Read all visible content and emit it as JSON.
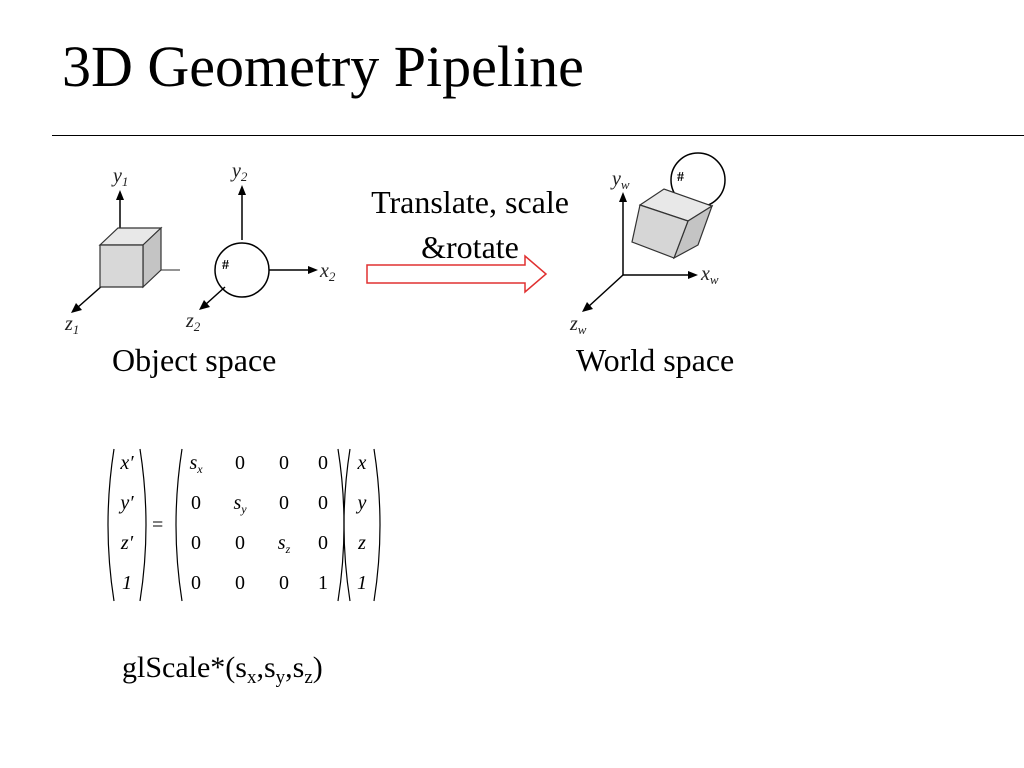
{
  "slide": {
    "title": "3D Geometry Pipeline"
  },
  "diagram": {
    "object_axes_1": {
      "y": "y",
      "y_sub": "1",
      "z": "z",
      "z_sub": "1"
    },
    "object_axes_2": {
      "y": "y",
      "y_sub": "2",
      "x": "x",
      "x_sub": "2",
      "z": "z",
      "z_sub": "2"
    },
    "world_axes": {
      "y": "y",
      "y_sub": "w",
      "x": "x",
      "x_sub": "w",
      "z": "z",
      "z_sub": "w"
    },
    "transform_label_line1": "Translate, scale",
    "transform_label_line2": "&rotate",
    "object_space_label": "Object space",
    "world_space_label": "World space",
    "arrow_stroke_color": "#e03030"
  },
  "matrix": {
    "lhs": [
      "x′",
      "y′",
      "z′",
      "1"
    ],
    "equals": "=",
    "scale_matrix": [
      [
        {
          "v": "s",
          "s": "x"
        },
        {
          "v": "0"
        },
        {
          "v": "0"
        },
        {
          "v": "0"
        }
      ],
      [
        {
          "v": "0"
        },
        {
          "v": "s",
          "s": "y"
        },
        {
          "v": "0"
        },
        {
          "v": "0"
        }
      ],
      [
        {
          "v": "0"
        },
        {
          "v": "0"
        },
        {
          "v": "s",
          "s": "z"
        },
        {
          "v": "0"
        }
      ],
      [
        {
          "v": "0"
        },
        {
          "v": "0"
        },
        {
          "v": "0"
        },
        {
          "v": "1"
        }
      ]
    ],
    "rhs": [
      "x",
      "y",
      "z",
      "1"
    ]
  },
  "function_call": {
    "prefix": "glScale*(s",
    "sub_x": "x",
    "comma1": ",s",
    "sub_y": "y",
    "comma2": ",s",
    "sub_z": "z",
    "suffix": ")"
  }
}
